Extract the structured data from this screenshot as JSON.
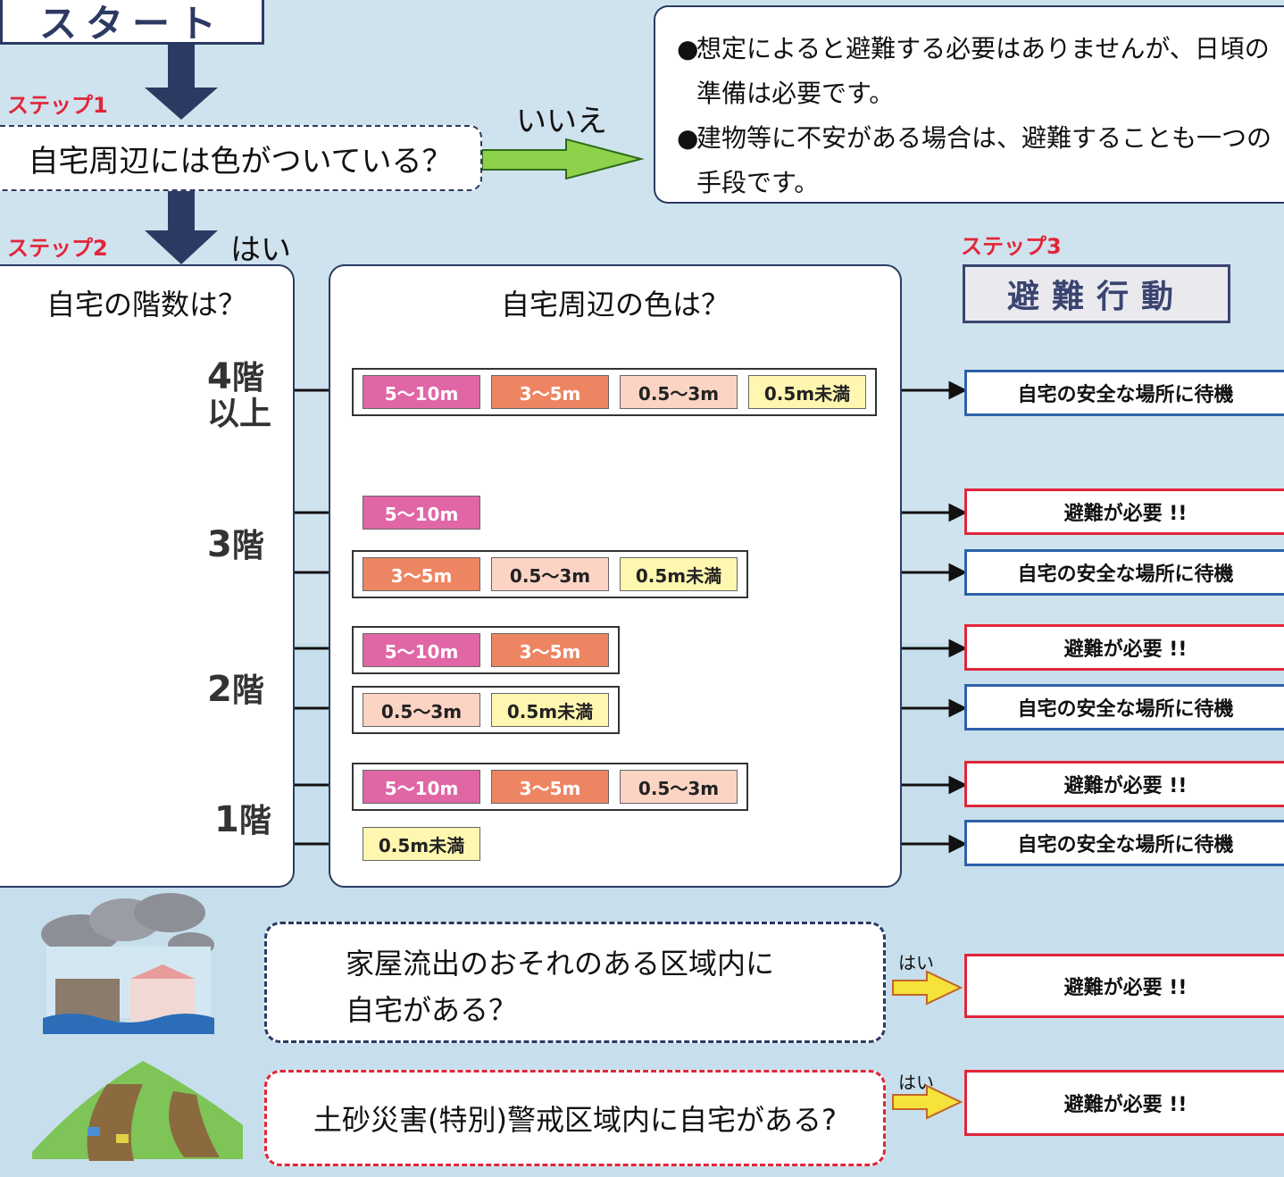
{
  "start": "スタート",
  "step1": "ステップ1",
  "step2": "ステップ2",
  "step3": "ステップ3",
  "q1": "自宅周辺には色がついている？",
  "no": "いいえ",
  "yes": "はい",
  "info": {
    "bullet": "●",
    "line1": "想定によると避難する必要はありませんが、日頃の準備は必要です。",
    "line2": "建物等に不安がある場合は、避難することも一つの手段です。"
  },
  "left_title": "自宅の階数は？",
  "mid_title": "自宅周辺の色は？",
  "action_title": "避難行動",
  "floors": {
    "f4": {
      "num": "4",
      "unit": "階",
      "sub": "以上"
    },
    "f3": {
      "num": "3",
      "unit": "階"
    },
    "f2": {
      "num": "2",
      "unit": "階"
    },
    "f1": {
      "num": "1",
      "unit": "階"
    }
  },
  "depths": {
    "d1": "5～10m",
    "d2": "3～5m",
    "d3": "0.5～3m",
    "d4": "0.5m未満"
  },
  "results": {
    "safe": "自宅の安全な場所に待機",
    "evac": "避難が必要 !!"
  },
  "q2": {
    "line1": "家屋流出のおそれのある区域内に",
    "line2": "自宅がある？"
  },
  "q3": "土砂災害(特別)警戒区域内に自宅がある?",
  "colors": {
    "navy": "#2c3a63",
    "evac": "#e2253a",
    "safe": "#2d62a8",
    "green_arrow": "#8ed14a",
    "yellow_arrow": "#f6e23a"
  }
}
